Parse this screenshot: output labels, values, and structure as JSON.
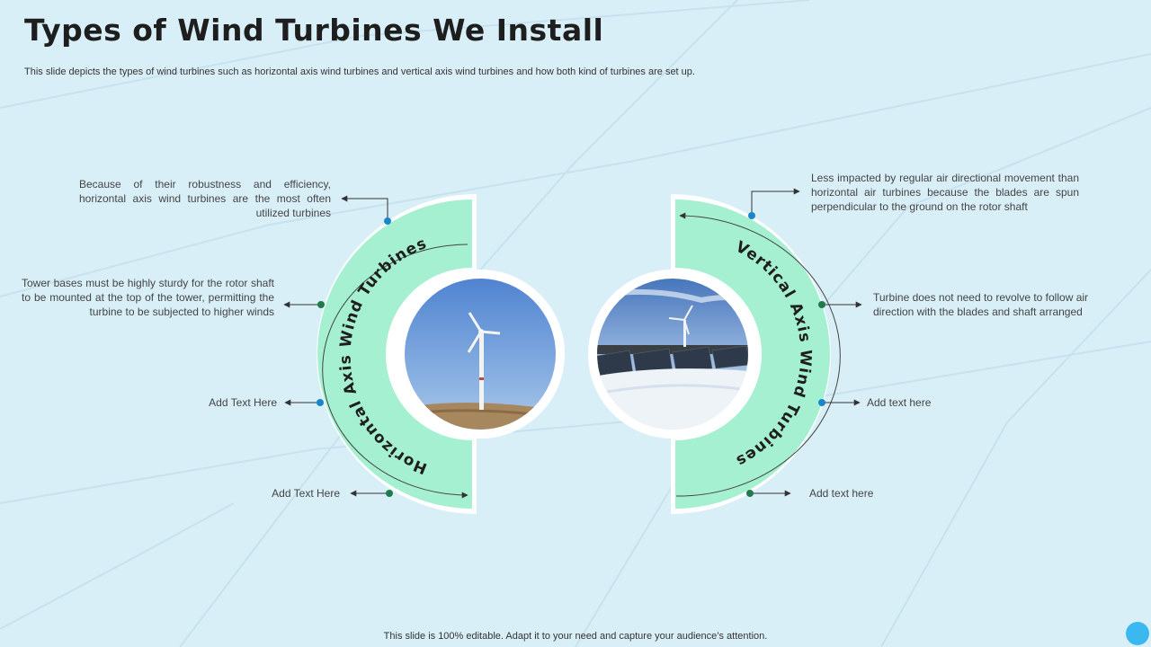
{
  "title": "Types of Wind Turbines We Install",
  "subtitle": "This slide depicts the types of wind turbines such as horizontal axis wind turbines and vertical axis wind turbines and how both kind of turbines are set up.",
  "left": {
    "arc_label": "Horizontal Axis Wind Turbines",
    "notes": [
      "Because of their robustness and efficiency, horizontal axis wind turbines are the most often utilized turbines",
      "Tower  bases must be highly sturdy for the rotor shaft to be mounted at the top of the tower, permitting the turbine to be subjected to higher winds",
      "Add Text Here",
      "Add Text Here"
    ]
  },
  "right": {
    "arc_label": "Vertical Axis Wind Turbines",
    "notes": [
      "Less impacted by regular air directional movement than horizontal air turbines because the blades are spun perpendicular  to the ground  on the rotor shaft",
      "Turbine  does not need to revolve  to follow air direction with the blades and shaft arranged",
      "Add text here",
      "Add text here"
    ]
  },
  "footer": "This slide is 100% editable. Adapt it to your need and capture your audience’s attention.",
  "colors": {
    "background": "#d9eff8",
    "arc_fill": "#a6f0d2",
    "dot_blue": "#1a86c8",
    "dot_green": "#1f7a4c",
    "accent_corner": "#3bb8f0"
  }
}
